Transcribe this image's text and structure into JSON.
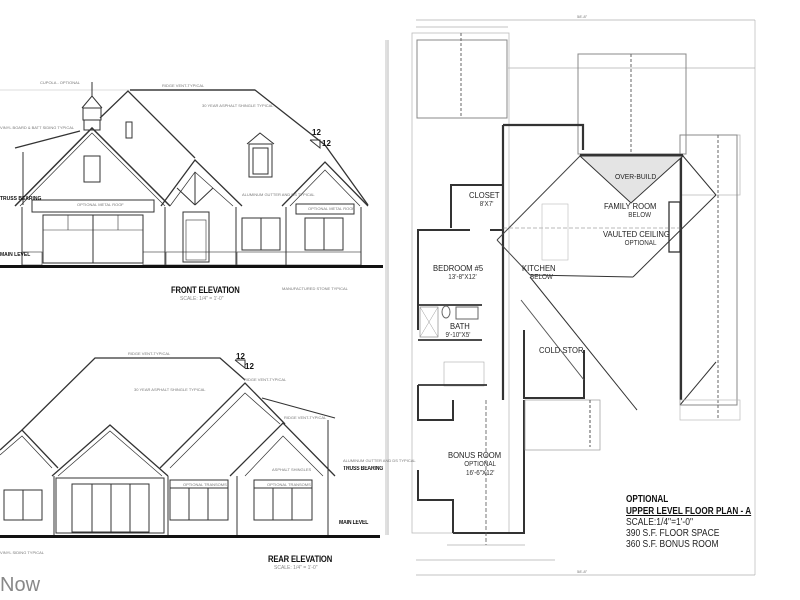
{
  "front_elevation": {
    "title": "FRONT ELEVATION",
    "scale": "SCALE: 1/4\" = 1'-0\"",
    "pitch_rise": "12",
    "pitch_run": "12",
    "callouts": {
      "cupola": "CUPOLA - OPTIONAL",
      "ridge_vent": "RIDGE VENT-TYPICAL",
      "shingle": "30 YEAR ASPHALT SHINGLE TYPICAL",
      "siding": "VINYL BOARD & BATT SIDING TYPICAL",
      "metal_roof_left": "OPTIONAL METAL ROOF",
      "metal_roof_right": "OPTIONAL METAL ROOF",
      "gutter": "ALUMINUM GUTTER AND DS TYPICAL",
      "stone": "MANUFACTURED STONE TYPICAL"
    },
    "level_labels": {
      "truss": "TRUSS BEARING",
      "main": "MAIN LEVEL"
    }
  },
  "rear_elevation": {
    "title": "REAR ELEVATION",
    "scale": "SCALE: 1/4\" = 1'-0\"",
    "pitch_rise": "12",
    "pitch_run": "12",
    "callouts": {
      "ridge_vent": "RIDGE VENT-TYPICAL",
      "ridge_vent_2": "RIDGE VENT-TYPICAL",
      "ridge_vent_3": "RIDGE VENT-TYPICAL",
      "shingle": "30 YEAR ASPHALT SHINGLE TYPICAL",
      "asphalt": "ASPHALT SHINGLES",
      "siding": "VINYL SIDING TYPICAL",
      "transom_left": "OPTIONAL TRANSOMS",
      "transom_right": "OPTIONAL TRANSOMS",
      "gutter": "ALUMINUM GUTTER AND DS TYPICAL"
    },
    "level_labels": {
      "truss": "TRUSS BEARING",
      "main": "MAIN LEVEL"
    }
  },
  "floor_plan": {
    "heading": "OPTIONAL",
    "title": "UPPER LEVEL FLOOR PLAN - A",
    "scale": "SCALE:1/4\"=1'-0\"",
    "floor_space": "390 S.F. FLOOR SPACE",
    "bonus_space": "360 S.F. BONUS ROOM",
    "overall_width": "58'-8\"",
    "rooms": [
      {
        "name": "CLOSET",
        "size": "8'X7'"
      },
      {
        "name": "BEDROOM #5",
        "size": "13'-8\"X12'"
      },
      {
        "name": "BATH",
        "size": "9'-10\"X5'"
      },
      {
        "name": "COLD STOR.",
        "size": ""
      },
      {
        "name": "BONUS ROOM",
        "sub": "OPTIONAL",
        "size": "16'-6\"X12'"
      },
      {
        "name": "OVER-BUILD",
        "size": ""
      },
      {
        "name": "FAMILY ROOM",
        "sub": "BELOW",
        "size": ""
      },
      {
        "name": "VAULTED CEILING",
        "sub": "OPTIONAL",
        "size": ""
      },
      {
        "name": "KITCHEN",
        "sub": "BELOW",
        "size": ""
      }
    ]
  },
  "watermark": "Now"
}
